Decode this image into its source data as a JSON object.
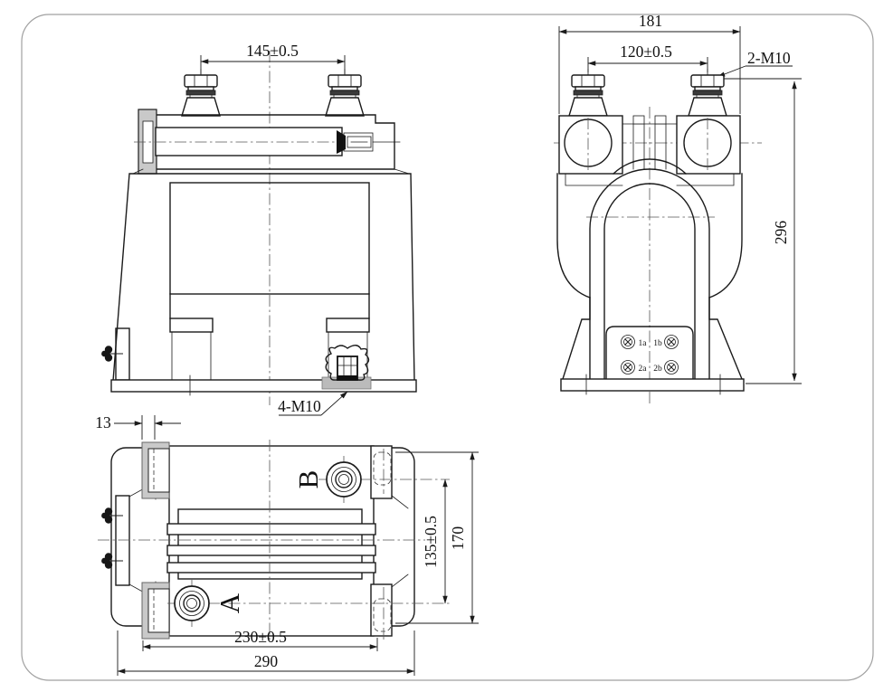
{
  "colors": {
    "line": "#1b1b1b",
    "bracket_gray": "#c9c9c9",
    "pad_gray": "#bbbbbb"
  },
  "front": {
    "dim_terminal_spacing": "145±0.5",
    "mounting_holes_label": "4-M10"
  },
  "side": {
    "dim_overall_width": "181",
    "dim_terminal_spacing": "120±0.5",
    "terminal_thread_label": "2-M10",
    "dim_overall_height": "296",
    "secondary_terminals": [
      "1a",
      "1b",
      "2a",
      "2b"
    ]
  },
  "top": {
    "dim_bracket_offset": "13",
    "dim_mounting_spacing": "230±0.5",
    "dim_overall_length": "290",
    "dim_terminal_depth": "135±0.5",
    "dim_overall_depth": "170",
    "terminal_a_label": "A",
    "terminal_b_label": "B"
  }
}
